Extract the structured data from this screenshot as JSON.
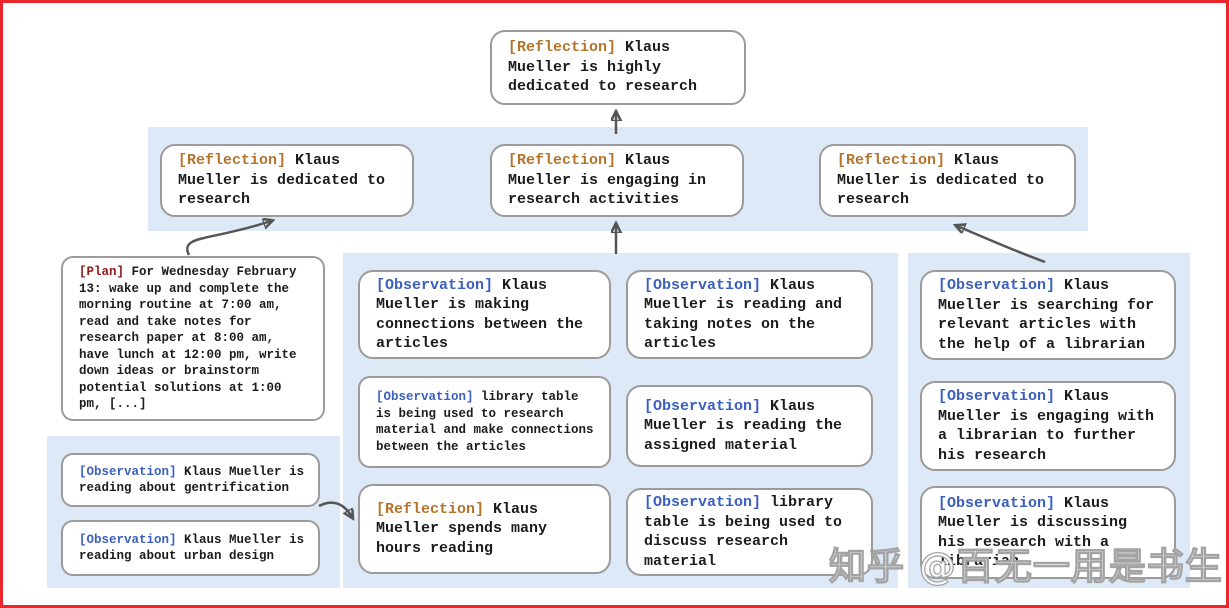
{
  "figure": {
    "watermark": "知乎 @百无一用是书生",
    "colors": {
      "frame_red": "#e9262c",
      "band_blue": "#dde9f7",
      "box_border": "#9b9b9b",
      "tag_reflection": "#b5742c",
      "tag_observation": "#3a5fbe",
      "tag_plan": "#8e1a1a",
      "arrow_gray": "#555555"
    },
    "nodes": {
      "root": {
        "tag": "[Reflection]",
        "text": "Klaus Mueller is highly dedicated to research"
      },
      "ref_left": {
        "tag": "[Reflection]",
        "text": "Klaus Mueller is dedicated to research"
      },
      "ref_mid": {
        "tag": "[Reflection]",
        "text": "Klaus Mueller is engaging in research activities"
      },
      "ref_right": {
        "tag": "[Reflection]",
        "text": "Klaus Mueller is dedicated to research"
      },
      "plan": {
        "tag": "[Plan]",
        "text": "For Wednesday February 13: wake up and complete the morning routine at 7:00 am, read and take notes for research paper at 8:00 am, have lunch at 12:00 pm, write down ideas or brainstorm potential solutions at 1:00 pm, [...]"
      },
      "obs_gentrification": {
        "tag": "[Observation]",
        "text": "Klaus Mueller is reading about gentrification"
      },
      "obs_urban_design": {
        "tag": "[Observation]",
        "text": "Klaus Mueller is reading about urban design"
      },
      "obs_connections": {
        "tag": "[Observation]",
        "text": "Klaus Mueller is making connections between the articles"
      },
      "obs_library_research": {
        "tag": "[Observation]",
        "text": "library table is being used to research material and make connections between the articles"
      },
      "ref_hours_reading": {
        "tag": "[Reflection]",
        "text": "Klaus Mueller spends many hours reading"
      },
      "obs_taking_notes": {
        "tag": "[Observation]",
        "text": "Klaus Mueller is reading and taking notes on the articles"
      },
      "obs_assigned_material": {
        "tag": "[Observation]",
        "text": "Klaus Mueller is reading the assigned material"
      },
      "obs_library_discuss": {
        "tag": "[Observation]",
        "text": "library table is being used to discuss research material"
      },
      "obs_searching_articles": {
        "tag": "[Observation]",
        "text": "Klaus Mueller is searching for relevant articles with the help of a librarian"
      },
      "obs_engaging_librarian": {
        "tag": "[Observation]",
        "text": "Klaus Mueller is engaging with a librarian to further his research"
      },
      "obs_discussing_librarian": {
        "tag": "[Observation]",
        "text": "Klaus Mueller is discussing his research with a librarian"
      }
    }
  }
}
